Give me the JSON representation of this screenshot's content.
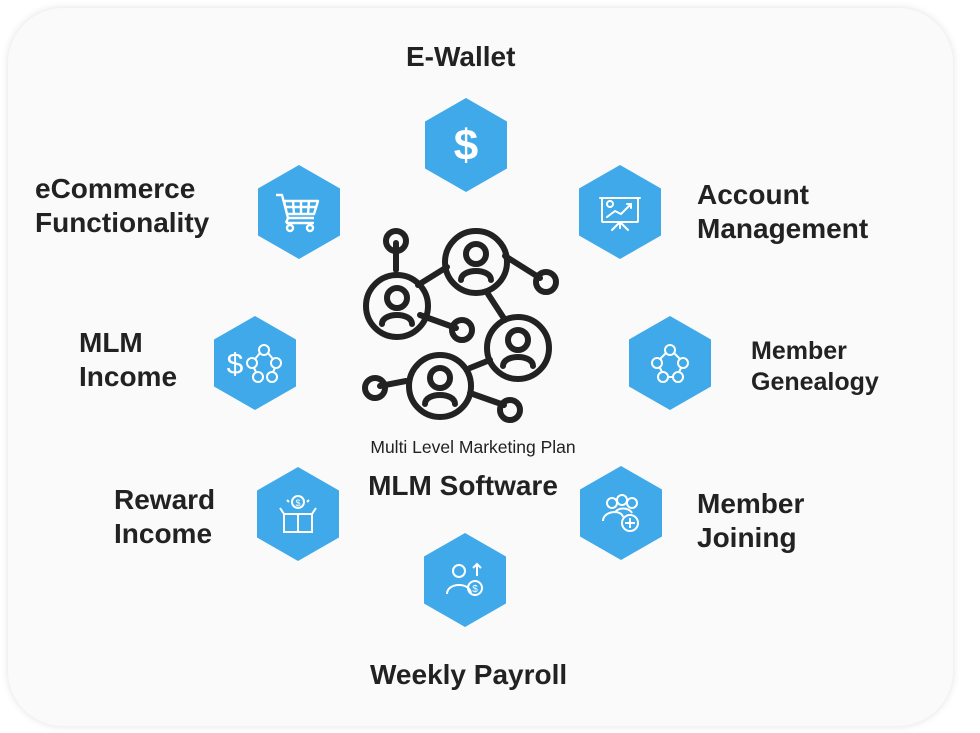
{
  "diagram": {
    "subtitle": "Multi Level Marketing Plan",
    "title": "MLM Software",
    "accent_color": "#3fa9e9",
    "features": [
      {
        "lines": [
          "E-Wallet"
        ],
        "icon": "dollar-icon"
      },
      {
        "lines": [
          "Account",
          "Management"
        ],
        "icon": "presentation-chart-icon"
      },
      {
        "lines": [
          "Member",
          "Genealogy"
        ],
        "icon": "network-tree-icon"
      },
      {
        "lines": [
          "Member",
          "Joining"
        ],
        "icon": "group-add-icon"
      },
      {
        "lines": [
          "Weekly Payroll"
        ],
        "icon": "salary-person-icon"
      },
      {
        "lines": [
          "Reward",
          "Income"
        ],
        "icon": "gift-box-icon"
      },
      {
        "lines": [
          "MLM",
          "Income"
        ],
        "icon": "dollar-network-icon"
      },
      {
        "lines": [
          "eCommerce",
          "Functionality"
        ],
        "icon": "shopping-cart-icon"
      }
    ]
  }
}
